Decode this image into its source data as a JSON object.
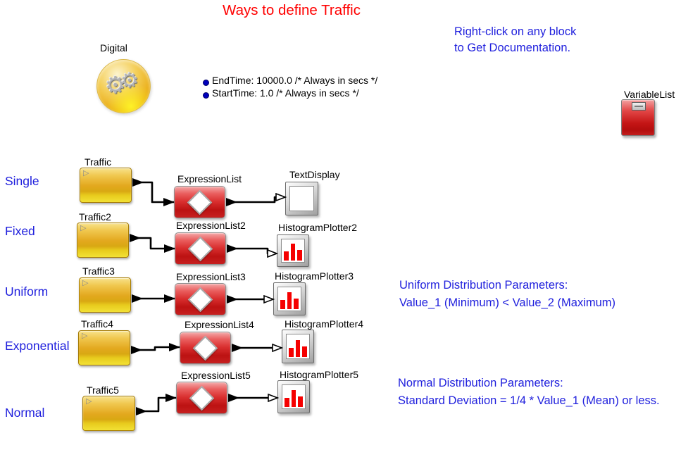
{
  "title": "Ways to define Traffic",
  "doc_note": {
    "line1": "Right-click on any block",
    "line2": "to Get Documentation."
  },
  "digital": {
    "label": "Digital"
  },
  "params": {
    "end_time": "EndTime: 10000.0 /* Always in secs */",
    "start_time": "StartTime: 1.0 /* Always in secs */"
  },
  "variable_list": {
    "label": "VariableList"
  },
  "rows": [
    {
      "category": "Single",
      "source_label": "Traffic",
      "expression_label": "ExpressionList",
      "display_label": "TextDisplay",
      "display_type": "text"
    },
    {
      "category": "Fixed",
      "source_label": "Traffic2",
      "expression_label": "ExpressionList2",
      "display_label": "HistogramPlotter2",
      "display_type": "histogram"
    },
    {
      "category": "Uniform",
      "source_label": "Traffic3",
      "expression_label": "ExpressionList3",
      "display_label": "HistogramPlotter3",
      "display_type": "histogram"
    },
    {
      "category": "Exponential",
      "source_label": "Traffic4",
      "expression_label": "ExpressionList4",
      "display_label": "HistogramPlotter4",
      "display_type": "histogram"
    },
    {
      "category": "Normal",
      "source_label": "Traffic5",
      "expression_label": "ExpressionList5",
      "display_label": "HistogramPlotter5",
      "display_type": "histogram"
    }
  ],
  "annotations": {
    "uniform": {
      "line1": "Uniform Distribution Parameters:",
      "line2": "Value_1 (Minimum) < Value_2 (Maximum)"
    },
    "normal": {
      "line1": "Normal Distribution Parameters:",
      "line2": "Standard Deviation = 1/4 * Value_1 (Mean) or less."
    }
  },
  "icons": {
    "gear": "gear-icon",
    "output_port": "output-port-icon",
    "histogram": "histogram-icon",
    "text_display": "text-display-icon",
    "variable_tag": "variable-tag-icon"
  },
  "colors": {
    "title": "#ff0000",
    "annotation_blue": "#2020dd",
    "bullet_blue": "#0000bb",
    "traffic_yellow": "#e3a81e",
    "expression_red": "#c81818",
    "bar_red": "#f50000"
  }
}
